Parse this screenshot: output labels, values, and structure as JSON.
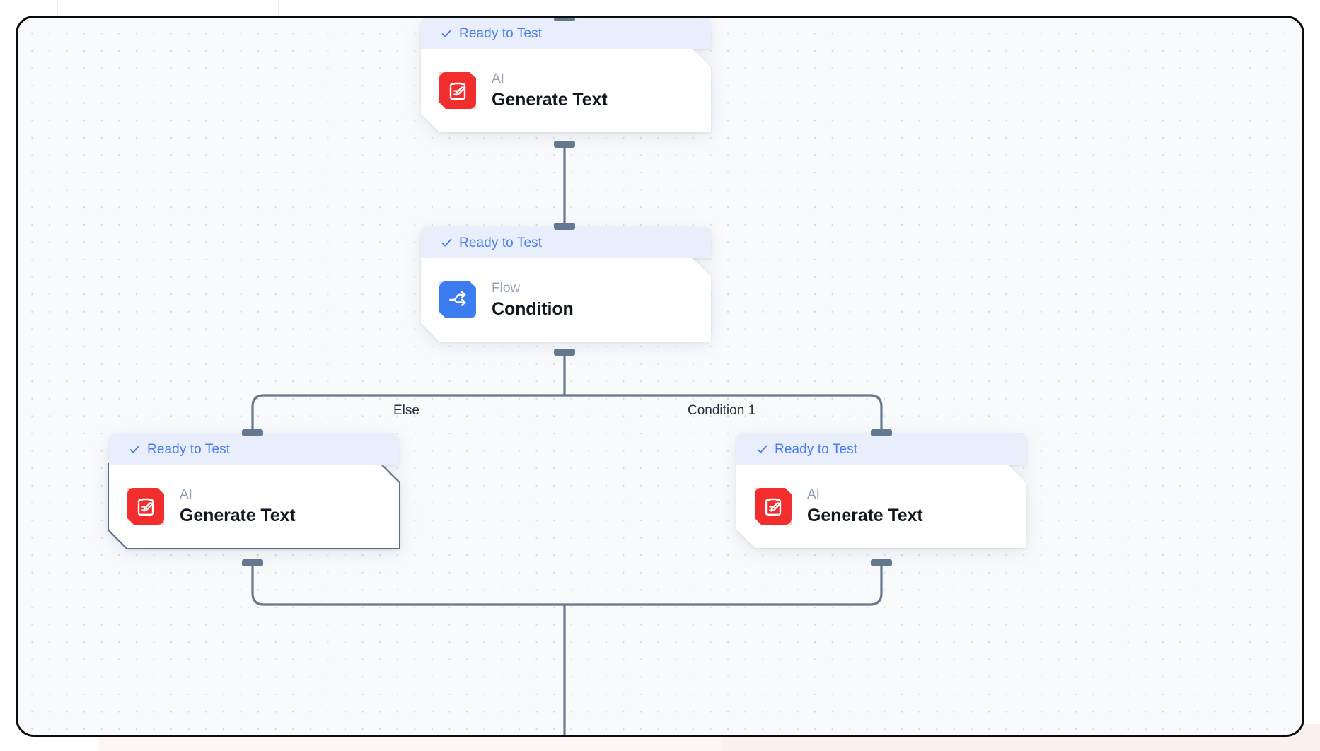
{
  "canvas": {
    "background_color": "#f8fafc",
    "frame_border_color": "#0c0c0f",
    "grid": "dot-grid"
  },
  "colors": {
    "status_band": "#e8eefb",
    "status_text": "#4a7bf0",
    "edge": "#64788f",
    "handle": "#64788f",
    "ai_icon": "#f12d2d",
    "flow_icon": "#3b7cf0",
    "node_title": "#11161f",
    "node_category": "#93a0b4",
    "selected_outline": "#55718f"
  },
  "nodes": [
    {
      "id": "generate-text-top",
      "status": "Ready to Test",
      "status_icon": "check-icon",
      "category": "AI",
      "title": "Generate Text",
      "icon": "ai-clipboard-pencil-icon",
      "icon_kind": "ai",
      "selected": false
    },
    {
      "id": "condition",
      "status": "Ready to Test",
      "status_icon": "check-icon",
      "category": "Flow",
      "title": "Condition",
      "icon": "flow-branch-icon",
      "icon_kind": "flow",
      "selected": false
    },
    {
      "id": "generate-text-else",
      "status": "Ready to Test",
      "status_icon": "check-icon",
      "category": "AI",
      "title": "Generate Text",
      "icon": "ai-clipboard-pencil-icon",
      "icon_kind": "ai",
      "selected": true
    },
    {
      "id": "generate-text-condition-1",
      "status": "Ready to Test",
      "status_icon": "check-icon",
      "category": "AI",
      "title": "Generate Text",
      "icon": "ai-clipboard-pencil-icon",
      "icon_kind": "ai",
      "selected": false
    }
  ],
  "edge_labels": {
    "else": "Else",
    "condition_1": "Condition 1"
  }
}
